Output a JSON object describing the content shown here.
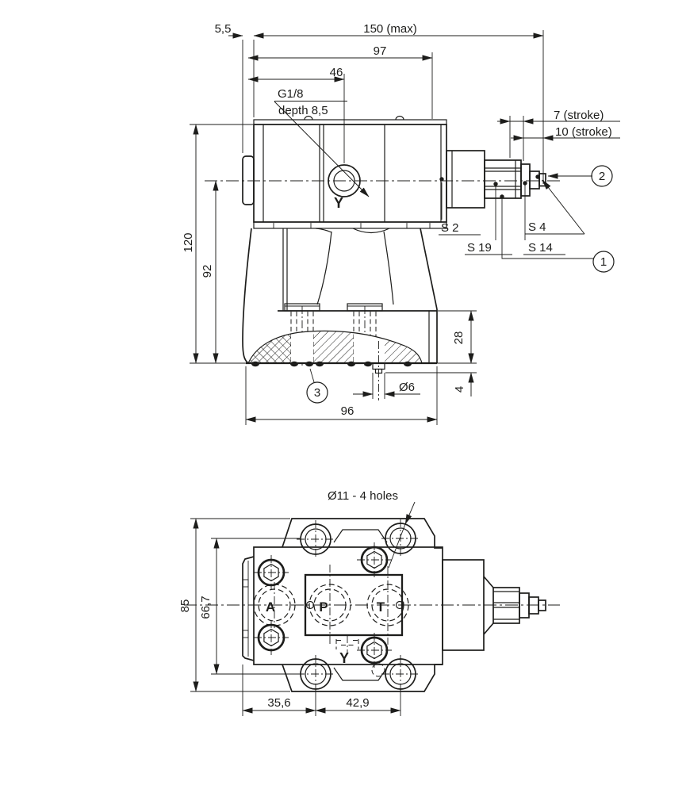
{
  "top_view": {
    "dims": {
      "offset": "5,5",
      "overall": "150 (max)",
      "length97": "97",
      "length46": "46",
      "stroke7": "7 (stroke)",
      "stroke10": "10 (stroke)",
      "height120": "120",
      "height92": "92",
      "base28": "28",
      "pin4": "4",
      "pin_dia": "Ø6",
      "base96": "96"
    },
    "labels": {
      "thread": "G1/8",
      "thread_depth": "depth 8,5",
      "port_y": "Y",
      "s2": "S 2",
      "s19": "S 19",
      "s4": "S 4",
      "s14": "S 14"
    },
    "callouts": {
      "c1": "1",
      "c2": "2",
      "c3": "3"
    }
  },
  "bottom_view": {
    "dims": {
      "holes": "Ø11 - 4 holes",
      "height85": "85",
      "height667": "66,7",
      "width356": "35,6",
      "width429": "42,9"
    },
    "labels": {
      "port_a": "A",
      "port_p": "P",
      "port_t": "T",
      "port_y": "Y"
    }
  },
  "colors": {
    "line": "#1d1d1b",
    "background": "#ffffff"
  }
}
